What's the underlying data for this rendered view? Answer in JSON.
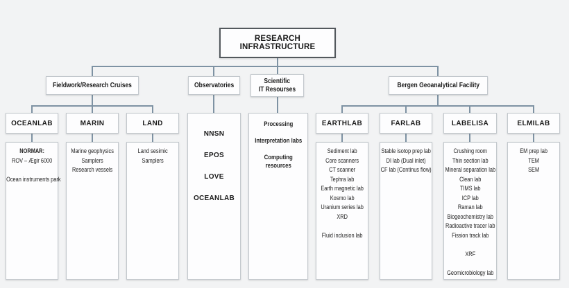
{
  "title": "RESEARCH INFRASTRUCTURE",
  "branches": {
    "fieldwork": {
      "label": "Fieldwork/Research Cruises"
    },
    "observatories": {
      "label": "Observatories",
      "items": [
        "NNSN",
        "EPOS",
        "LOVE",
        "OCEANLAB"
      ]
    },
    "it": {
      "label_line1": "Scientific",
      "label_line2": "IT Resourses",
      "items": [
        "Processing",
        "Interpretation labs",
        "Computing resources"
      ]
    },
    "bergen": {
      "label": "Bergen Geoanalytical Facility"
    }
  },
  "columns": {
    "oceanlab": {
      "header": "OCEANLAB",
      "items": [
        "NORMAR:",
        "ROV – Ægir 6000",
        "Ocean instruments park"
      ]
    },
    "marin": {
      "header": "MARIN",
      "items": [
        "Marine geophysics",
        "Samplers",
        "Research vessels"
      ]
    },
    "land": {
      "header": "LAND",
      "items": [
        "Land sesimic",
        "Samplers"
      ]
    },
    "earthlab": {
      "header": "EARTHLAB",
      "items": [
        "Sediment lab",
        "Core scanners",
        "CT scanner",
        "Tephra lab",
        "Earth magnetic lab",
        "Kosmo lab",
        "Uranium series lab",
        "XRD",
        "Fluid inclusion lab"
      ]
    },
    "farlab": {
      "header": "FARLAB",
      "items": [
        "Stable isotop prep lab",
        "DI lab (Dual inlet)",
        "CF lab (Continus flow)"
      ]
    },
    "labelisa": {
      "header": "LABELISA",
      "items": [
        "Crushing room",
        "Thin section lab",
        "Mineral separation lab",
        "Clean lab",
        "TIMS lab",
        "ICP lab",
        "Raman lab",
        "Biogeochemistry lab",
        "Radioactive tracer lab",
        "Fission track lab",
        "XRF",
        "Geomicrobiology lab"
      ]
    },
    "elmilab": {
      "header": "ELMILAB",
      "items": [
        "EM prep lab",
        "TEM",
        "SEM"
      ]
    }
  },
  "colors": {
    "background": "#f2f3f4",
    "box_fill": "#fdfdfe",
    "box_border": "#c3c8cd",
    "root_border": "#53585d",
    "connector": "#7e92a3",
    "text": "#1a1a1a"
  }
}
